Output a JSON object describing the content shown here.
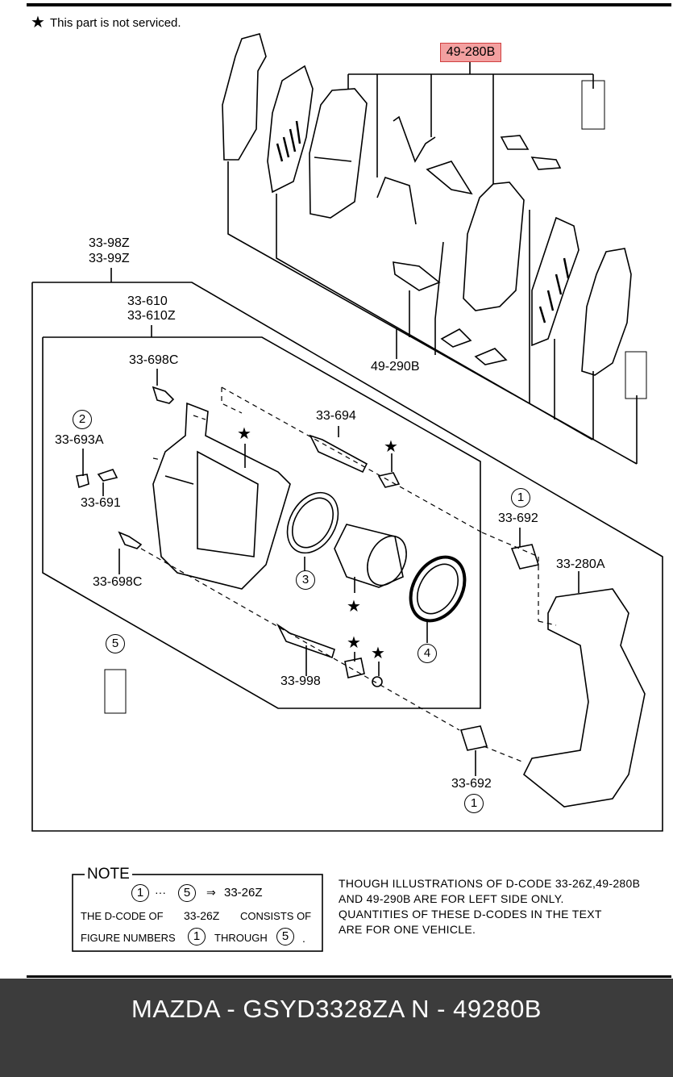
{
  "header_note": "This part is not serviced.",
  "highlight_label": "49-280B",
  "labels": {
    "l_33_98z": "33-98Z",
    "l_33_99z": "33-99Z",
    "l_33_610": "33-610",
    "l_33_610z": "33-610Z",
    "l_33_698c_top": "33-698C",
    "l_33_693a": "33-693A",
    "l_33_691": "33-691",
    "l_33_698c_bottom": "33-698C",
    "l_33_694": "33-694",
    "l_49_290b": "49-290B",
    "l_33_692_top": "33-692",
    "l_33_280a": "33-280A",
    "l_33_998": "33-998",
    "l_33_692_bottom": "33-692"
  },
  "circles": {
    "c1_top": "1",
    "c2": "2",
    "c3": "3",
    "c4": "4",
    "c5": "5",
    "c1_bottom": "1"
  },
  "note": {
    "title": "NOTE",
    "range_from": "1",
    "ellipsis": "···",
    "range_to": "5",
    "arrow": "⇒",
    "code": "33-26Z",
    "line2_a": "THE D-CODE OF",
    "line2_b": "33-26Z",
    "line2_c": "CONSISTS OF",
    "line3_a": "FIGURE NUMBERS",
    "line3_from": "1",
    "line3_b": "THROUGH",
    "line3_to": "5",
    "line3_end": "."
  },
  "right_note": [
    "THOUGH ILLUSTRATIONS OF D-CODE 33-26Z,49-280B",
    "AND 49-290B  ARE FOR LEFT SIDE ONLY.",
    "QUANTITIES OF THESE D-CODES IN THE TEXT",
    "ARE FOR ONE VEHICLE."
  ],
  "footer": "MAZDA - GSYD3328ZA   N - 49280B",
  "colors": {
    "highlight": "#f3a0a0",
    "footer_bg": "#3c3c3c"
  }
}
